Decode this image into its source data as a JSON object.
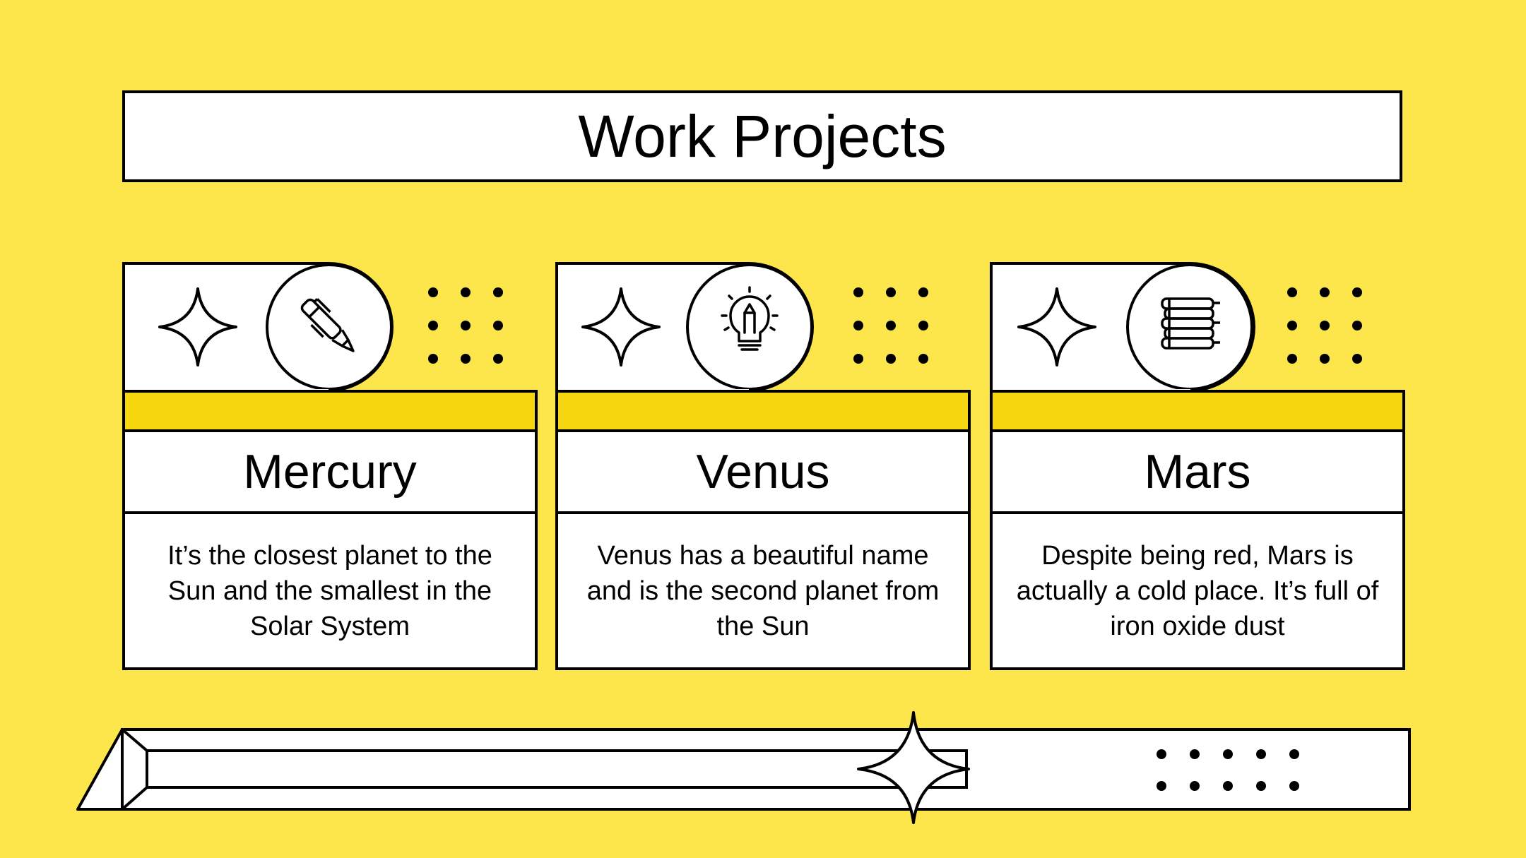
{
  "title": "Work Projects",
  "colors": {
    "background": "#fde64b",
    "band": "#f5d60f",
    "ink": "#000000",
    "panel": "#ffffff"
  },
  "cards": [
    {
      "name": "Mercury",
      "description": "It’s the closest planet to the Sun and the smallest in the Solar System",
      "icon": "pen-icon"
    },
    {
      "name": "Venus",
      "description": "Venus has a beautiful name and is the second planet from the Sun",
      "icon": "lightbulb-icon"
    },
    {
      "name": "Mars",
      "description": "Despite being red, Mars is actually a cold place. It’s full of iron oxide dust",
      "icon": "books-icon"
    }
  ]
}
